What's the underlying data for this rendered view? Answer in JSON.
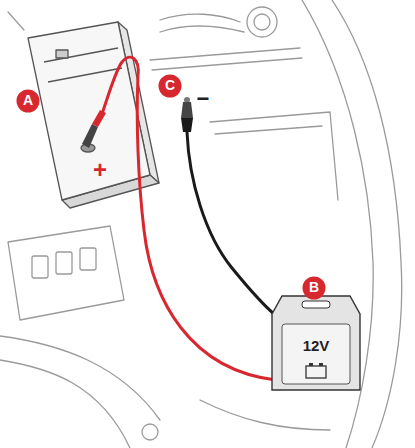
{
  "diagram": {
    "nodes": [
      {
        "text": [
          "A"
        ]
      },
      {
        "text": [
          "C"
        ]
      },
      {
        "text": [
          "B"
        ]
      },
      {
        "text": [
          "12V"
        ]
      }
    ],
    "labels": [
      "+",
      "−"
    ]
  }
}
